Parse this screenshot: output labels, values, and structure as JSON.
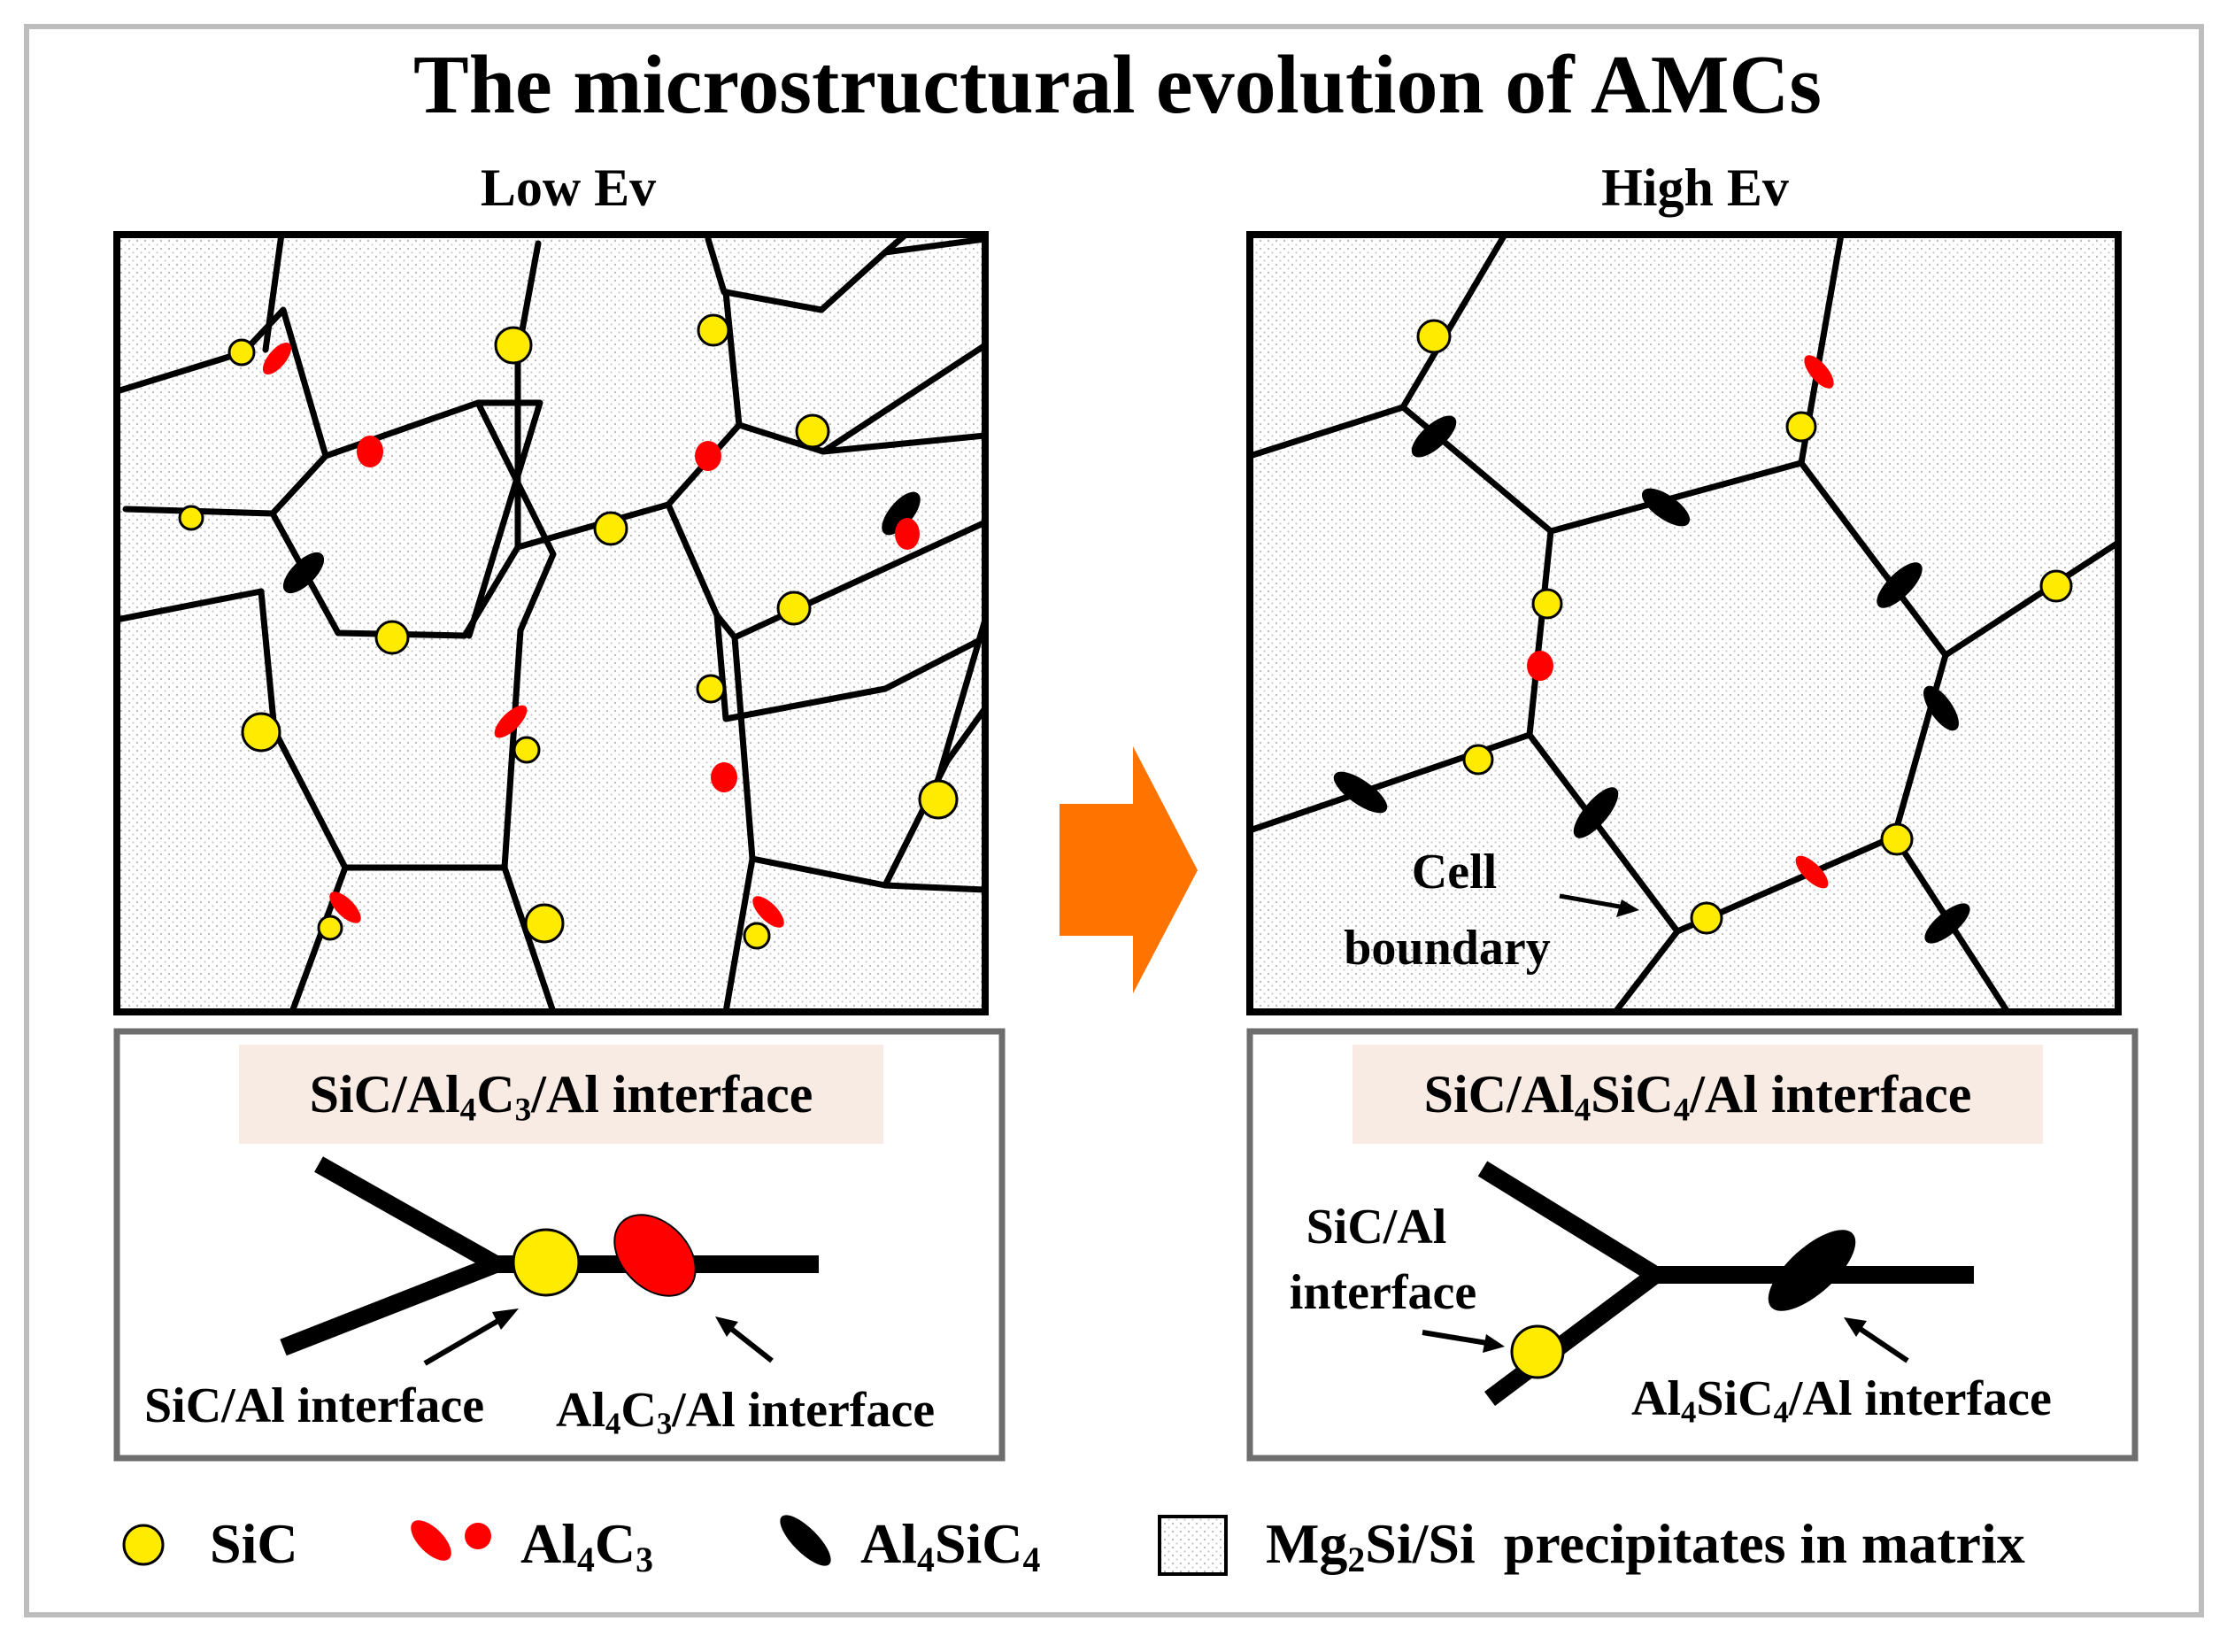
{
  "title": "The microstructural evolution of AMCs",
  "left_panel": {
    "label": "Low Ev"
  },
  "right_panel": {
    "label": "High Ev"
  },
  "cell_boundary_label": {
    "line1": "Cell",
    "line2": "boundary"
  },
  "left_detail": {
    "banner": [
      "SiC/Al",
      "4",
      "C",
      "3",
      "/Al interface"
    ],
    "sic_al_label": "SiC/Al interface",
    "al4c3_label": [
      "Al",
      "4",
      "C",
      "3",
      "/Al interface"
    ]
  },
  "right_detail": {
    "banner": [
      "SiC/Al",
      "4",
      "SiC",
      "4",
      "/Al interface"
    ],
    "sic_al_label": {
      "line1": "SiC/Al",
      "line2": "interface"
    },
    "al4sic4_label": [
      "Al",
      "4",
      "SiC",
      "4",
      "/Al interface"
    ]
  },
  "legend": {
    "sic": "SiC",
    "al4c3": [
      "Al",
      "4",
      "C",
      "3"
    ],
    "al4sic4": [
      "Al",
      "4",
      "SiC",
      "4"
    ],
    "matrix": [
      "Mg",
      "2",
      "Si/Si  precipitates in matrix"
    ]
  },
  "colors": {
    "sic": "#ffeb00",
    "al4c3": "#ff0000",
    "al4sic4": "#000000",
    "arrow": "#ff7300",
    "banner": "#f8ebe3",
    "frame": "#bdbdbd"
  }
}
